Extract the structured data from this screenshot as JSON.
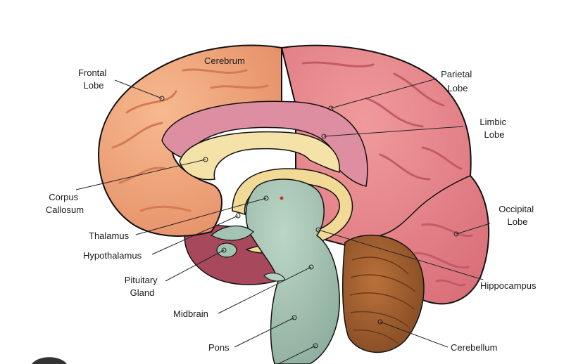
{
  "labels": {
    "cerebrum": "Cerebrum",
    "frontal_lobe": [
      "Frontal",
      "Lobe"
    ],
    "parietal_lobe": [
      "Parietal",
      "Lobe"
    ],
    "limbic_lobe": [
      "Limbic",
      "Lobe"
    ],
    "corpus_callosum": [
      "Corpus",
      "Callosum"
    ],
    "occipital_lobe": [
      "Occipital",
      "Lobe"
    ],
    "thalamus": "Thalamus",
    "hypothalamus": "Hypothalamus",
    "pituitary_gland": [
      "Pituitary",
      "Gland"
    ],
    "hippocampus": "Hippocampus",
    "midbrain": "Midbrain",
    "pons": "Pons",
    "cerebellum": "Cerebellum"
  },
  "colors": {
    "frontal": "#f0a67c",
    "frontal_shade": "#d9825f",
    "parietal": "#e9878c",
    "parietal_shade": "#c9636d",
    "limbic": "#dc8c9e",
    "callosum": "#f3e1a6",
    "brainstem": "#a9c6b6",
    "cerebellum": "#a8602f",
    "background": "#ffffff"
  }
}
